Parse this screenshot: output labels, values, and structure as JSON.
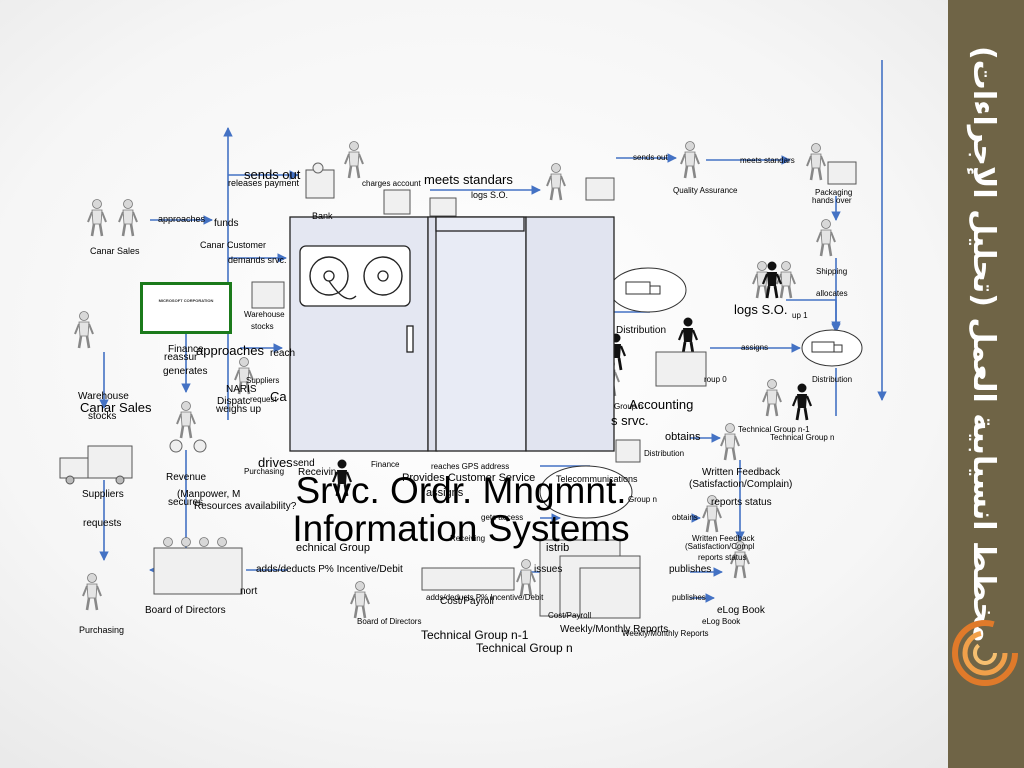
{
  "slide": {
    "title_line1": "Srvc. Ordr. Mngmnt.",
    "title_line2": "Information Systems",
    "sidebar_title": "مخطط انسيابية العمل (تحليل الإجراءات)"
  },
  "certificate": {
    "text": "MICROSOFT CORPORATION"
  },
  "labels": {
    "sends_out_big": "sends out",
    "releases_payment": "releases payment",
    "charges_account": "charges account",
    "meets_standards_big": "meets standars",
    "logs_so_top": "logs S.O.",
    "bank": "Bank",
    "approaches_small": "approaches",
    "funds": "funds",
    "canar_sales_small": "Canar Sales",
    "canar_customer": "Canar Customer",
    "demands_srvc": "demands srvc.",
    "warehouse_small": "Warehouse",
    "stocks_small": "stocks",
    "finance_frag": "Finance",
    "reassure_frag": "reassur",
    "approaches_big": "approaches",
    "generates": "generates",
    "reach_frag": "reach",
    "suppliers_small": "Suppliers",
    "naris": "NARIS",
    "dispatch_frag": "Dispatc",
    "weighs_up": "weighs up",
    "request_frag": "request",
    "ca_frag": "Ca",
    "canar_sales_big": "Canar Sales",
    "warehouse_left": "Warehouse",
    "stocks_left": "stocks",
    "revenue": "Revenue",
    "purchasing_small": "Purchasing",
    "finance_small": "Finance",
    "drives_frag": "drives",
    "manpower": "(Manpower, M",
    "resources_avail": "Resources availability?",
    "secures": "secures",
    "suppliers_left": "Suppliers",
    "requests": "requests",
    "sends_frag": "send",
    "receiving_frag": "Receivin",
    "reaches_gps": "reaches GPS address",
    "provides_customer_service": "Provides Customer Service",
    "assigns_mid": "assigns",
    "telecommunications": "Telecommunications",
    "gets_access": "gets access",
    "receiving_small": "Receiving",
    "technical_group_frag": "echnical Group",
    "distribution_frag": "istrib",
    "adds_deducts": "adds/deducts P% Incentive/Debit",
    "adds_deducts_small": "adds/deducts P% Incentive/Debit",
    "issues": "issues",
    "cost_payroll": "Cost/Payroll",
    "cost_payroll_small": "Cost/Payroll",
    "nort_frag": "nort",
    "board_of_directors": "Board of Directors",
    "board_small": "Board of Directors",
    "purchasing_left": "Purchasing",
    "technical_group_n1": "Technical Group n-1",
    "technical_group_n": "Technical Group n",
    "weekly_reports": "Weekly/Monthly Reports",
    "weekly_reports_small": "Weekly/Monthly Reports",
    "sends_out_small": "sends out",
    "meets_standards_small": "meets standars",
    "quality_assurance": "Quality Assurance",
    "packaging": "Packaging",
    "hands_over": "hands over",
    "shipping": "Shipping",
    "allocates": "allocates",
    "logs_so_big": "logs S.O.",
    "up1": "up 1",
    "distribution_mid": "Distribution",
    "assigns_right": "assigns",
    "distribution_right": "Distribution",
    "group0": "roup 0",
    "group_frag": "Group n",
    "accounting": "Accounting",
    "s_srvc": "s srvc.",
    "obtains_big": "obtains",
    "tech_n1_right": "Technical Group n-1",
    "tech_n_right": "Technical Group n",
    "distribution_small2": "Distribution",
    "written_feedback": "Written Feedback",
    "satisfaction": "(Satisfaction/Complain)",
    "reports_status_big": "reports status",
    "obtains_small": "obtains",
    "written_feedback_small": "Written Feedback",
    "satisfaction_small": "(Satisfaction/Compl",
    "reports_status_small": "reports status",
    "publishes_big": "publishes",
    "publishes_small": "publishes",
    "elog_book": "eLog Book",
    "elog_book_small": "eLog Book",
    "group_n_small": "Group n"
  },
  "colors": {
    "sidebar": "#6f6446",
    "arrow": "#4472c4",
    "certificate_border": "#1b7a1b",
    "logo_orange": "#e07a2a"
  }
}
